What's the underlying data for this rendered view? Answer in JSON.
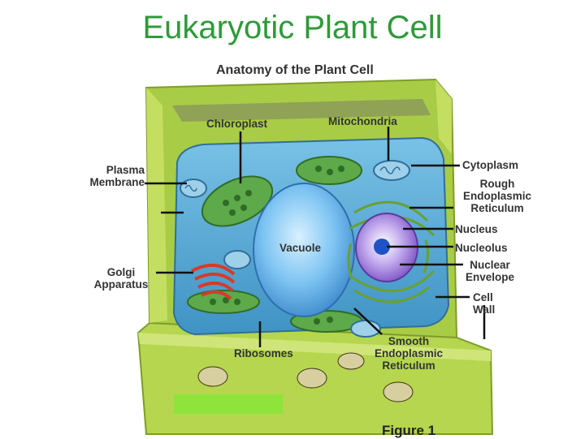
{
  "slide": {
    "title": "Eukaryotic Plant Cell",
    "subtitle": "Anatomy of the Plant Cell",
    "figure_caption": "Figure 1"
  },
  "labels": {
    "chloroplast": "Chloroplast",
    "mitochondria": "Mitochondria",
    "plasma_membrane": "Plasma\nMembrane",
    "cytoplasm": "Cytoplasm",
    "rough_er": "Rough\nEndoplasmic\nReticulum",
    "nucleus": "Nucleus",
    "nucleolus": "Nucleolus",
    "nuclear_envelope": "Nuclear\nEnvelope",
    "cell_wall": "Cell\nWall",
    "golgi": "Golgi\nApparatus",
    "vacuole": "Vacuole",
    "ribosomes": "Ribosomes",
    "smooth_er": "Smooth\nEndoplasmic\nReticulum"
  },
  "colors": {
    "title_green": "#2e9a3a",
    "wall_green": "#b5d64e",
    "wall_dark": "#7f9c2a",
    "cytoplasm_blue": "#5aa9d6",
    "vacuole_blue": "#6ab7f0",
    "nucleus_purple": "#8a5bd0",
    "golgi_red": "#d83a2a",
    "highlight_box": "#8ee43a"
  }
}
